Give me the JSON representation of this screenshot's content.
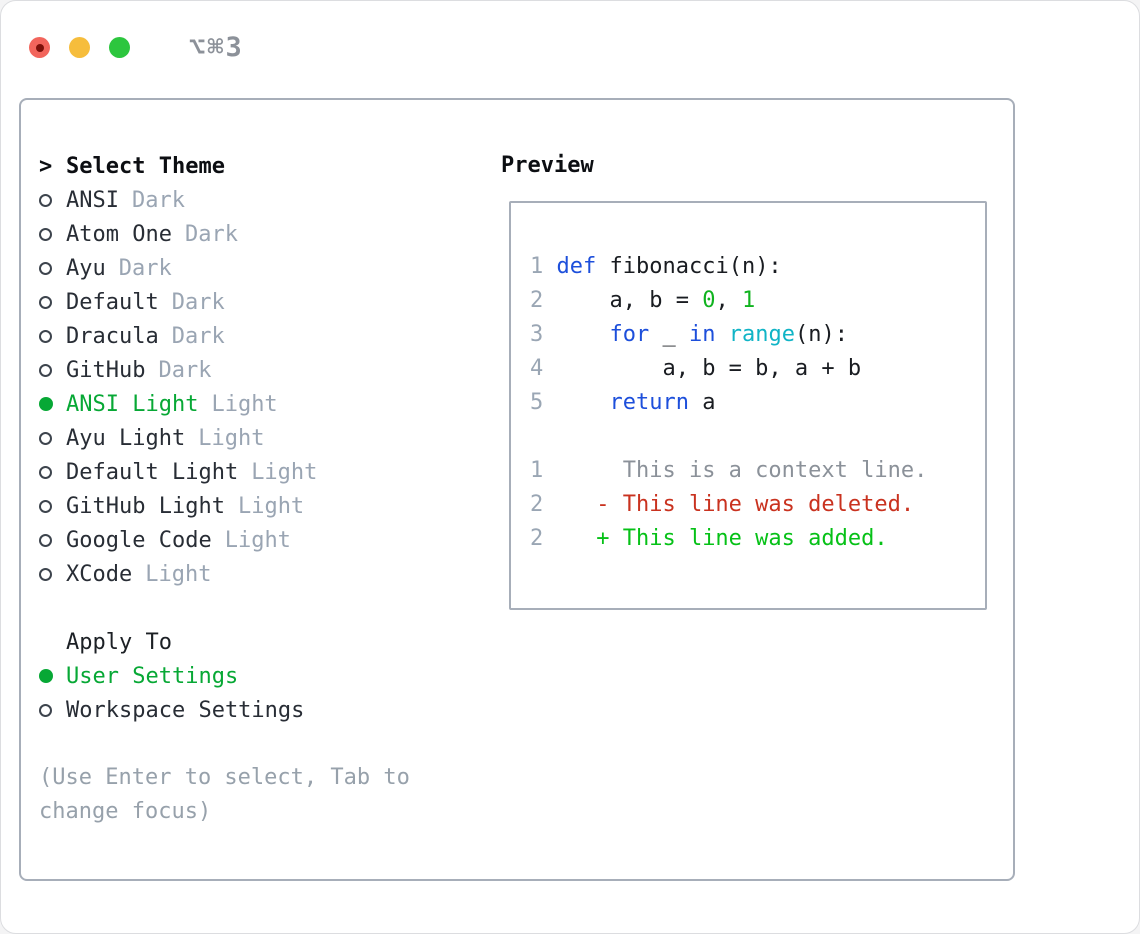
{
  "window": {
    "title": "⌥⌘3"
  },
  "colors": {
    "border": "#a7aeb9",
    "title-gray": "#8c9199",
    "ink": "#0c0e12",
    "item-dark": "#282d35",
    "muted": "#9aa5b3",
    "lineno": "#9aa6b4",
    "ctx": "#8b9199",
    "kw": "#1d4fdb",
    "fn": "#10b4c6",
    "numg": "#10b31f",
    "addg": "#06c117",
    "delr": "#c9321f",
    "selg": "#07a835",
    "hint": "#97a1ab",
    "ring": "#3d444d",
    "plain": "#191c21",
    "light-red": "#f2655c",
    "light-yellow": "#f6bd3c",
    "light-green": "#2cc63e",
    "red-dot": "#7c100a"
  },
  "theme_panel": {
    "header_marker": ">",
    "header_label": "Select Theme",
    "items": [
      {
        "name": "ANSI",
        "variant": "Dark",
        "selected": false
      },
      {
        "name": "Atom One",
        "variant": "Dark",
        "selected": false
      },
      {
        "name": "Ayu",
        "variant": "Dark",
        "selected": false
      },
      {
        "name": "Default",
        "variant": "Dark",
        "selected": false
      },
      {
        "name": "Dracula",
        "variant": "Dark",
        "selected": false
      },
      {
        "name": "GitHub",
        "variant": "Dark",
        "selected": false
      },
      {
        "name": "ANSI Light",
        "variant": "Light",
        "selected": true
      },
      {
        "name": "Ayu Light",
        "variant": "Light",
        "selected": false
      },
      {
        "name": "Default Light",
        "variant": "Light",
        "selected": false
      },
      {
        "name": "GitHub Light",
        "variant": "Light",
        "selected": false
      },
      {
        "name": "Google Code",
        "variant": "Light",
        "selected": false
      },
      {
        "name": "XCode",
        "variant": "Light",
        "selected": false
      }
    ],
    "apply_to_label": "Apply To",
    "apply_options": [
      {
        "name": "User Settings",
        "selected": true
      },
      {
        "name": "Workspace Settings",
        "selected": false
      }
    ],
    "hint": "(Use Enter to select, Tab to change focus)"
  },
  "preview": {
    "label": "Preview",
    "code_lines": [
      {
        "num": "1",
        "tokens": [
          {
            "t": " ",
            "c": "plain"
          },
          {
            "t": "def",
            "c": "kw"
          },
          {
            "t": " fibonacci(n):",
            "c": "plain"
          }
        ]
      },
      {
        "num": "2",
        "tokens": [
          {
            "t": "     a, b = ",
            "c": "plain"
          },
          {
            "t": "0",
            "c": "num"
          },
          {
            "t": ", ",
            "c": "plain"
          },
          {
            "t": "1",
            "c": "num"
          }
        ]
      },
      {
        "num": "3",
        "tokens": [
          {
            "t": "     ",
            "c": "plain"
          },
          {
            "t": "for",
            "c": "kw"
          },
          {
            "t": " _ ",
            "c": "plain"
          },
          {
            "t": "in",
            "c": "kw"
          },
          {
            "t": " ",
            "c": "plain"
          },
          {
            "t": "range",
            "c": "fn"
          },
          {
            "t": "(n):",
            "c": "plain"
          }
        ]
      },
      {
        "num": "4",
        "tokens": [
          {
            "t": "         a, b = b, a + b",
            "c": "plain"
          }
        ]
      },
      {
        "num": "5",
        "tokens": [
          {
            "t": "     ",
            "c": "plain"
          },
          {
            "t": "return",
            "c": "kw"
          },
          {
            "t": " a",
            "c": "plain"
          }
        ]
      },
      {
        "num": "",
        "tokens": []
      },
      {
        "num": "1",
        "tokens": [
          {
            "t": "      This is a context line.",
            "c": "ctx"
          }
        ]
      },
      {
        "num": "2",
        "tokens": [
          {
            "t": "    - This line was deleted.",
            "c": "del"
          }
        ]
      },
      {
        "num": "2",
        "tokens": [
          {
            "t": "    + This line was added.",
            "c": "add"
          }
        ]
      }
    ]
  }
}
